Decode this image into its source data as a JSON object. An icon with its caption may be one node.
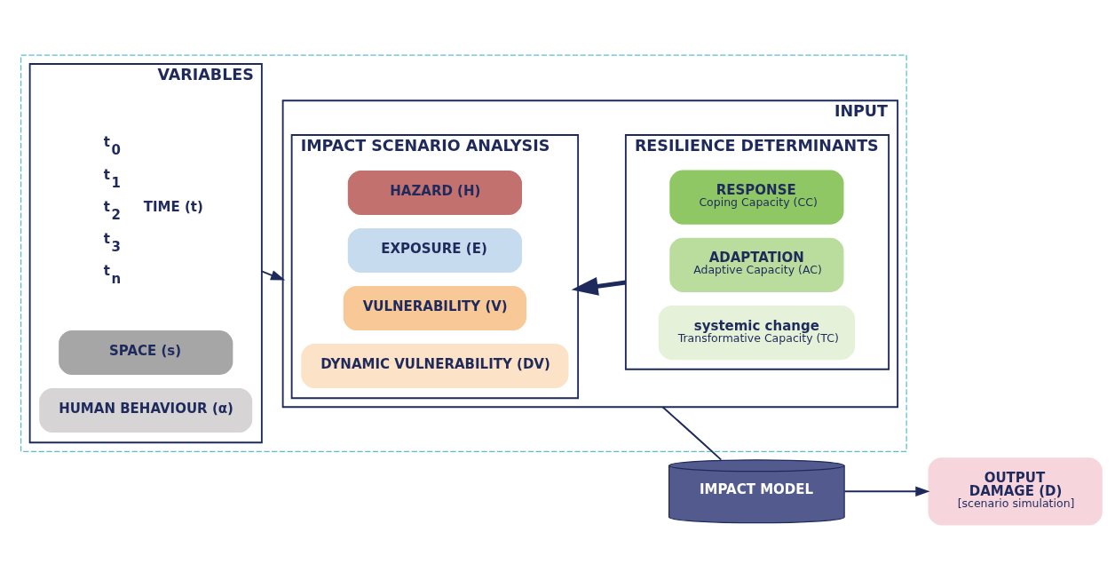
{
  "diagram": {
    "nodes": [
      {
        "text": [],
        "shape": "box"
      },
      {
        "text": [
          "VARIABLES"
        ],
        "in": 0
      },
      {
        "text": [
          "TIME (t)"
        ],
        "in": 1,
        "beside": [
          "t$_{0}$",
          "t$_{1}$",
          "t$_{2}$",
          "t$_{3}$",
          "t$_{n}$"
        ]
      },
      {
        "text": [
          "SPACE (s)"
        ],
        "in": 1
      },
      {
        "text": [
          "HUMAN BEHAVIOUR (α)"
        ],
        "in": 1
      },
      {
        "text": [
          "INPUT"
        ],
        "in": 0
      },
      {
        "text": [
          "IMPACT SCENARIO ANALYSIS"
        ],
        "in": 5
      },
      {
        "text": [
          "HAZARD (H)"
        ],
        "in": 6
      },
      {
        "text": [
          "EXPOSURE (E)"
        ],
        "in": 6
      },
      {
        "text": [
          "VULNERABILITY (V)"
        ],
        "in": 6
      },
      {
        "text": [
          "DYNAMIC VULNERABILITY (DV)"
        ],
        "in": 6
      },
      {
        "text": [
          "RESILIENCE DETERMINANTS"
        ],
        "in": 5
      },
      {
        "text": [
          "RESPONSE",
          "Coping Capacity (CC)"
        ],
        "in": 11
      },
      {
        "text": [
          "ADAPTATION",
          "Adaptive Capacity (AC)"
        ],
        "in": 11
      },
      {
        "text": [
          "systemic change",
          "Transformative Capacity (TC)"
        ],
        "in": 11
      },
      {
        "text": [
          "IMPACT MODEL"
        ]
      },
      {
        "text": [
          "OUTPUT",
          "DAMAGE (D)",
          "[scenario simulation]"
        ]
      }
    ],
    "edges": [
      {
        "from": 1,
        "to": 5,
        "arrow": "to"
      },
      {
        "from": 11,
        "to": 6,
        "arrow": "to",
        "style": "thick"
      },
      {
        "from": 5,
        "to": 15,
        "arrow": "none"
      },
      {
        "from": 15,
        "to": 16,
        "arrow": "to"
      }
    ]
  }
}
